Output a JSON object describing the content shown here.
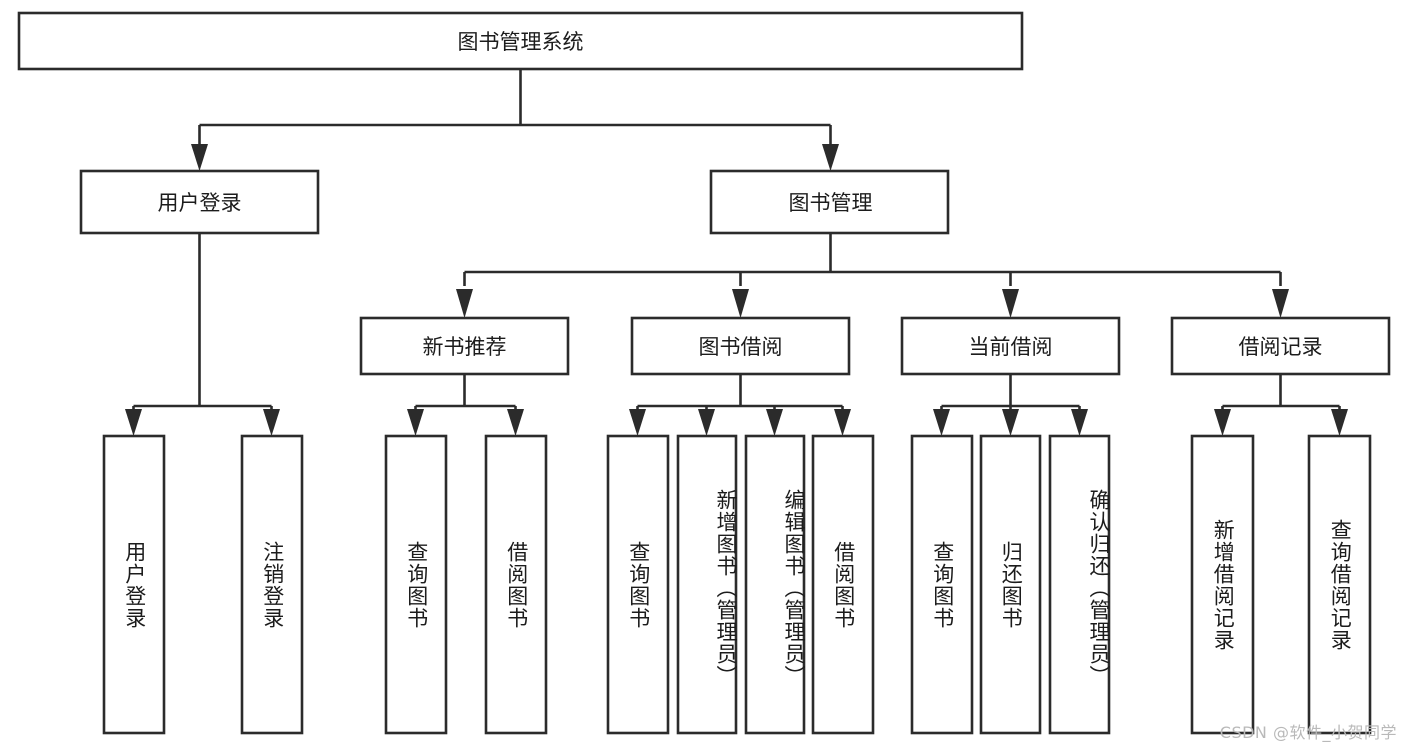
{
  "diagram": {
    "type": "tree",
    "title": "图书管理系统",
    "orientation": "top-down",
    "colors": {
      "box_stroke": "#2b2b2b",
      "box_fill": "#ffffff",
      "text": "#1c1c1c",
      "connector": "#2b2b2b",
      "watermark": "#b9b9b9",
      "background": "#ffffff"
    },
    "levels": {
      "root": {
        "label": "图书管理系统"
      },
      "level2": [
        {
          "label": "用户登录"
        },
        {
          "label": "图书管理"
        }
      ],
      "level3": [
        {
          "label": "新书推荐"
        },
        {
          "label": "图书借阅"
        },
        {
          "label": "当前借阅"
        },
        {
          "label": "借阅记录"
        }
      ],
      "leaves": [
        {
          "label": "用户登录",
          "parent": "用户登录"
        },
        {
          "label": "注销登录",
          "parent": "用户登录"
        },
        {
          "label": "查询图书",
          "parent": "新书推荐"
        },
        {
          "label": "借阅图书",
          "parent": "新书推荐"
        },
        {
          "label": "查询图书",
          "parent": "图书借阅"
        },
        {
          "label": "新增图书（管理员）",
          "parent": "图书借阅"
        },
        {
          "label": "编辑图书（管理员）",
          "parent": "图书借阅"
        },
        {
          "label": "借阅图书",
          "parent": "图书借阅"
        },
        {
          "label": "查询图书",
          "parent": "当前借阅"
        },
        {
          "label": "归还图书",
          "parent": "当前借阅"
        },
        {
          "label": "确认归还（管理员）",
          "parent": "当前借阅"
        },
        {
          "label": "新增借阅记录",
          "parent": "借阅记录"
        },
        {
          "label": "查询借阅记录",
          "parent": "借阅记录"
        }
      ]
    }
  },
  "watermark": {
    "text": "CSDN @软件_小贺同学"
  }
}
